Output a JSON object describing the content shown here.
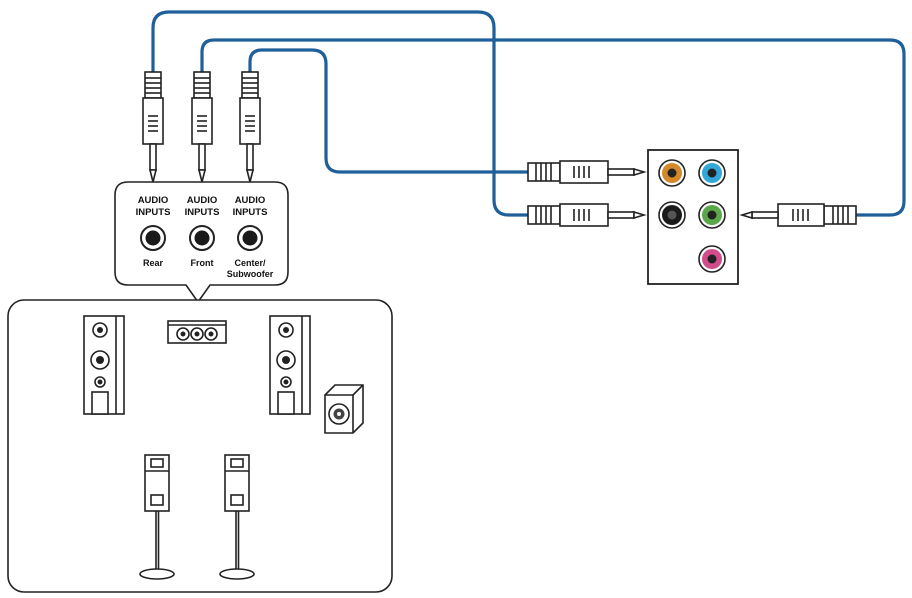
{
  "speaker_inputs": [
    {
      "id": "rear",
      "line1": "AUDIO",
      "line2": "INPUTS",
      "label": "Rear",
      "label2": ""
    },
    {
      "id": "front",
      "line1": "AUDIO",
      "line2": "INPUTS",
      "label": "Front",
      "label2": ""
    },
    {
      "id": "center",
      "line1": "AUDIO",
      "line2": "INPUTS",
      "label": "Center/",
      "label2": "Subwoofer"
    }
  ],
  "panel_ports": {
    "orange": "#d4882a",
    "light_blue": "#33a8d8",
    "black": "#1a1a1a",
    "lime": "#5aa84a",
    "pink": "#d04c8a"
  },
  "colors": {
    "cable": "#1f5f9a",
    "outline": "#222222"
  },
  "icons": {
    "plug": "rca-plug-icon",
    "jack": "audio-jack-icon",
    "panel": "audio-port-panel-icon",
    "tower_speaker": "tower-speaker-icon",
    "center_speaker": "center-speaker-icon",
    "subwoofer": "subwoofer-icon",
    "satellite_speaker": "satellite-speaker-icon"
  }
}
